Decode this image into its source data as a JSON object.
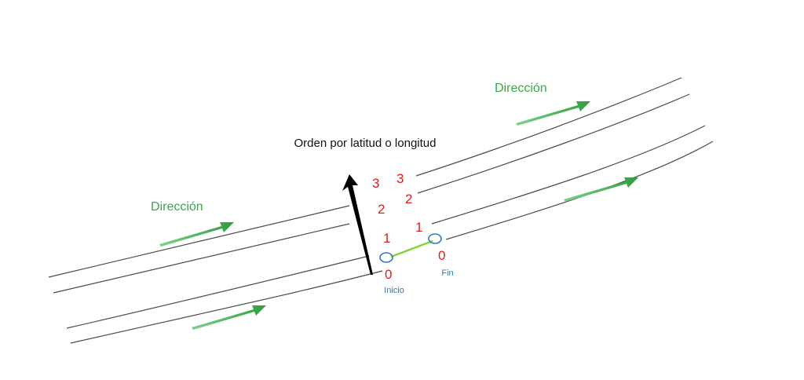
{
  "title": "Orden por latitud o longitud",
  "direction_labels": [
    "Dirección",
    "Dirección"
  ],
  "lane_numbers": {
    "left": [
      "3",
      "2",
      "1",
      "0"
    ],
    "right": [
      "3",
      "2",
      "1",
      "0"
    ]
  },
  "start_label": "Inicio",
  "end_label": "Fin",
  "colors": {
    "road_line": "#4a4a4a",
    "arrow_green": "#2e9e3e",
    "label_green": "#3aa84a",
    "number_red": "#e01b1b",
    "endpoint_blue": "#2f78c4",
    "segment_green": "#8ccf3c",
    "order_arrow": "#000000"
  }
}
